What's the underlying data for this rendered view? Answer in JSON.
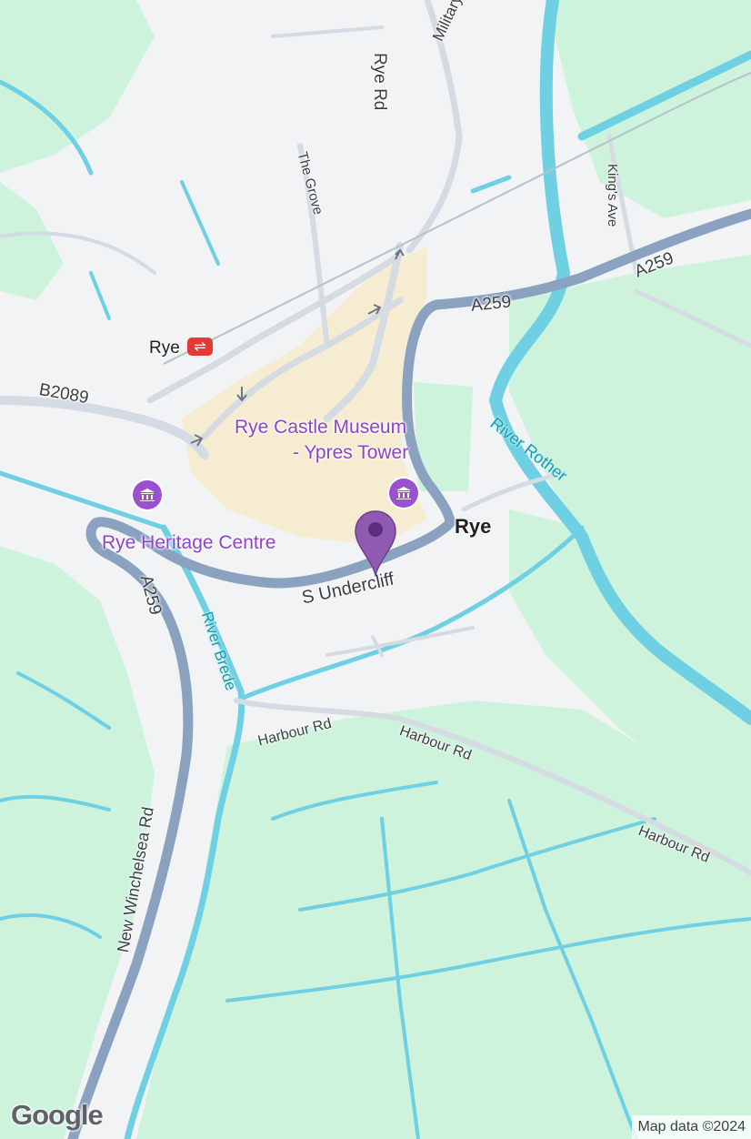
{
  "map": {
    "colors": {
      "land": "#f1f3f4",
      "green": "#cdf3dc",
      "water": "#6fd0e3",
      "major_road": "#8aa1bf",
      "minor_road": "#d5dbe2",
      "town_area": "#f6ecd1",
      "poi": "#9b4fd1",
      "marker": "#8e5bb0"
    },
    "labels": {
      "military_rd": "Military Rd",
      "rye_rd": "Rye Rd",
      "the_grove": "The Grove",
      "kings_ave": "King's Ave",
      "a259_east_1": "A259",
      "a259_east_2": "A259",
      "a259_south": "A259",
      "b2089": "B2089",
      "s_undercliff": "S Undercliff",
      "new_winchelsea_rd": "New Winchelsea Rd",
      "harbour_rd_1": "Harbour Rd",
      "harbour_rd_2": "Harbour Rd",
      "harbour_rd_3": "Harbour Rd",
      "river_rother": "River Rother",
      "river_brede": "River Brede",
      "town_rye": "Rye",
      "station_rye": "Rye"
    },
    "pois": {
      "castle_line1": "Rye Castle Museum",
      "castle_line2": "- Ypres Tower",
      "heritage": "Rye Heritage Centre"
    },
    "icons": {
      "museum": "museum-icon",
      "rail": "rail-station-icon",
      "marker": "map-pin-icon"
    },
    "rail_glyph": "⇌",
    "logo": "Google",
    "attribution": "Map data ©2024"
  }
}
